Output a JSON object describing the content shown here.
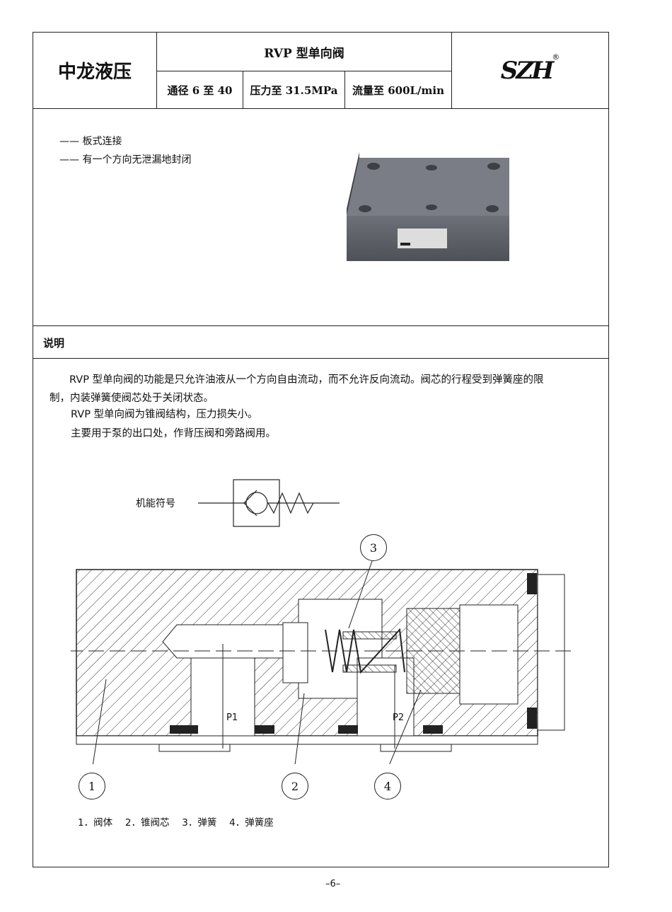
{
  "header": {
    "company": "中龙液压",
    "title": "RVP 型单向阀",
    "specs": [
      "通径 6 至 40",
      "压力至 31.5MPa",
      "流量至 600L/min"
    ],
    "logo": "SZH",
    "logo_mark": "®"
  },
  "features": [
    "—— 板式连接",
    "—— 有一个方向无泄漏地封闭"
  ],
  "section": {
    "title": "说明"
  },
  "description": [
    "RVP 型单向阀的功能是只允许油液从一个方向自由流动，而不允许反向流动。阀芯的行程受到弹簧座的限",
    "制，内装弹簧使阀芯处于关闭状态。",
    "RVP 型单向阀为锥阀结构，压力损失小。",
    "主要用于泵的出口处，作背压阀和旁路阀用。"
  ],
  "symbol_label": "机能符号",
  "drawing": {
    "callouts": [
      "1",
      "2",
      "3",
      "4"
    ],
    "ports": [
      "P1",
      "P2"
    ],
    "legend": "1．阀体　 2．锥阀芯　 3．弹簧　 4．弹簧座"
  },
  "page_number": "–6–"
}
